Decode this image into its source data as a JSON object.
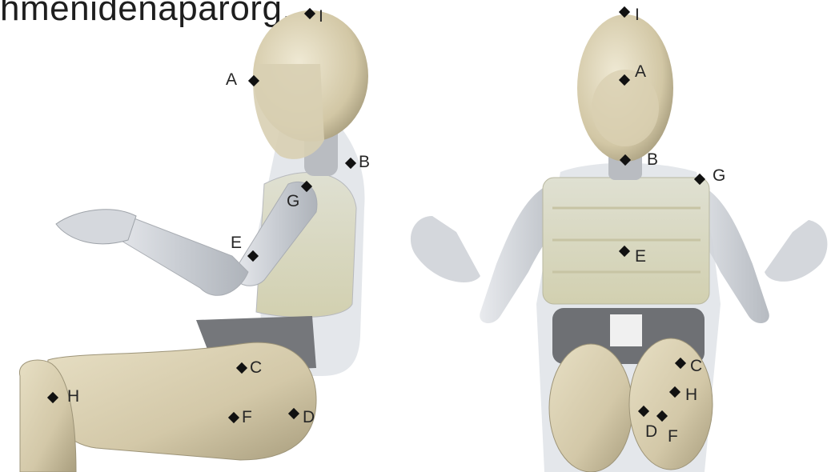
{
  "caption": "hmenidenaparorg,",
  "side_view": {
    "markers": [
      {
        "id": "I",
        "label": "I"
      },
      {
        "id": "A",
        "label": "A"
      },
      {
        "id": "B",
        "label": "B"
      },
      {
        "id": "G",
        "label": "G"
      },
      {
        "id": "E",
        "label": "E"
      },
      {
        "id": "C",
        "label": "C"
      },
      {
        "id": "H",
        "label": "H"
      },
      {
        "id": "F",
        "label": "F"
      },
      {
        "id": "D",
        "label": "D"
      }
    ]
  },
  "front_view": {
    "markers": [
      {
        "id": "I",
        "label": "I"
      },
      {
        "id": "A",
        "label": "A"
      },
      {
        "id": "B",
        "label": "B"
      },
      {
        "id": "G",
        "label": "G"
      },
      {
        "id": "E",
        "label": "E"
      },
      {
        "id": "C",
        "label": "C"
      },
      {
        "id": "H",
        "label": "H"
      },
      {
        "id": "D",
        "label": "D"
      },
      {
        "id": "F",
        "label": "F"
      }
    ]
  },
  "colors": {
    "skin": "#d6ccae",
    "skin_dark": "#b9ae8d",
    "translucent": "#cfd3d8",
    "pelvis": "#6e7074",
    "marker": "#111111"
  }
}
